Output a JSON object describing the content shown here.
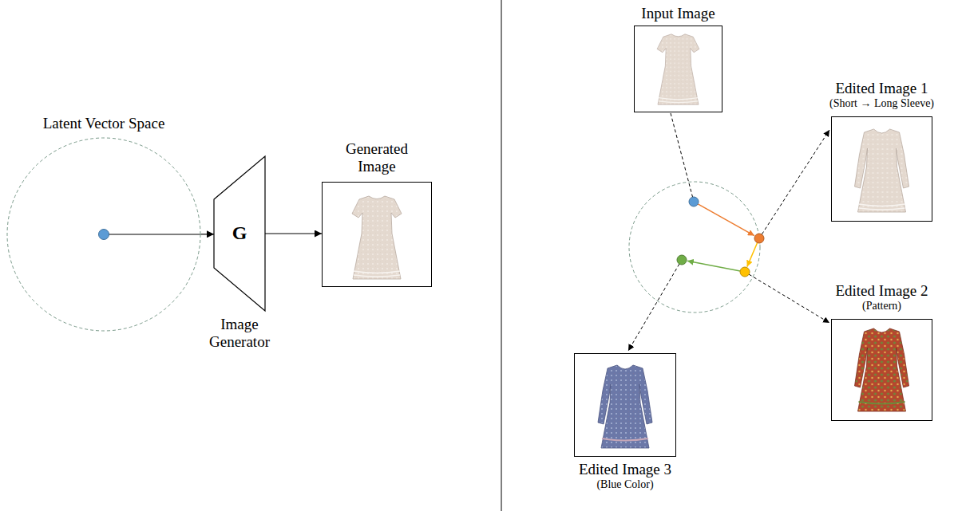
{
  "diagram": {
    "nodes": [
      {
        "text": [
          "Latent Vector Space"
        ]
      },
      {
        "text": [
          "G",
          "Image Generator"
        ]
      },
      {
        "text": [
          "Generated Image"
        ]
      },
      {
        "text": [
          "Input Image"
        ]
      },
      {
        "text": [
          "Edited Image 1",
          "(Short → Long Sleeve)"
        ]
      },
      {
        "text": [
          "Edited Image 2",
          "(Pattern)"
        ]
      },
      {
        "text": [
          "Edited Image 3",
          "(Blue Color)"
        ]
      }
    ],
    "edges": [
      {
        "from": 0,
        "to": 1,
        "arrow": "to"
      },
      {
        "from": 1,
        "to": 2,
        "arrow": "to"
      }
    ]
  }
}
